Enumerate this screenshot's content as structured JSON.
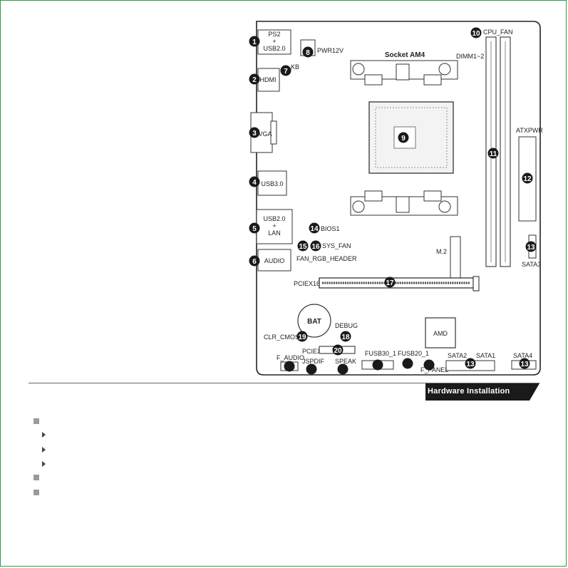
{
  "labels": {
    "ps2": "PS2",
    "plus": "+",
    "usb20": "USB2.0",
    "pwr12v": "PWR12V",
    "kb": "KB",
    "hdmi": "HDMI",
    "vga": "VGA",
    "usb30": "USB3.0",
    "lan": "LAN",
    "audio": "AUDIO",
    "cpu_fan": "CPU_FAN",
    "socket": "Socket AM4",
    "dimm": "DIMM1~2",
    "atxpwr": "ATXPWR",
    "m2": "M.2",
    "sata3": "SATA3",
    "pciex16": "PCIEX16",
    "bios": "BIOS1",
    "sys_fan": "SYS_FAN",
    "fan_rgb": "FAN_RGB_HEADER",
    "bat": "BAT",
    "clr_cmos": "CLR_CMOS",
    "debug": "DEBUG",
    "pciex1": "PCIEX1",
    "f_audio": "F_AUDIO",
    "jspdif": "JSPDIF",
    "speak": "SPEAK",
    "fusb30": "FUSB30_1",
    "fusb20": "FUSB20_1",
    "f_panel": "F_PANEL",
    "sata2": "SATA2",
    "sata1": "SATA1",
    "sata4": "SATA4",
    "amd": "AMD"
  },
  "badges": [
    "1",
    "2",
    "3",
    "4",
    "5",
    "6",
    "7",
    "8",
    "9",
    "10",
    "11",
    "12",
    "13",
    "14",
    "15",
    "16",
    "17",
    "18",
    "19",
    "20"
  ],
  "banner": "Hardware Installation",
  "colors": {
    "frame": "#2e9e3c",
    "badge": "#1a1a1a",
    "banner": "#1a1a1a"
  }
}
